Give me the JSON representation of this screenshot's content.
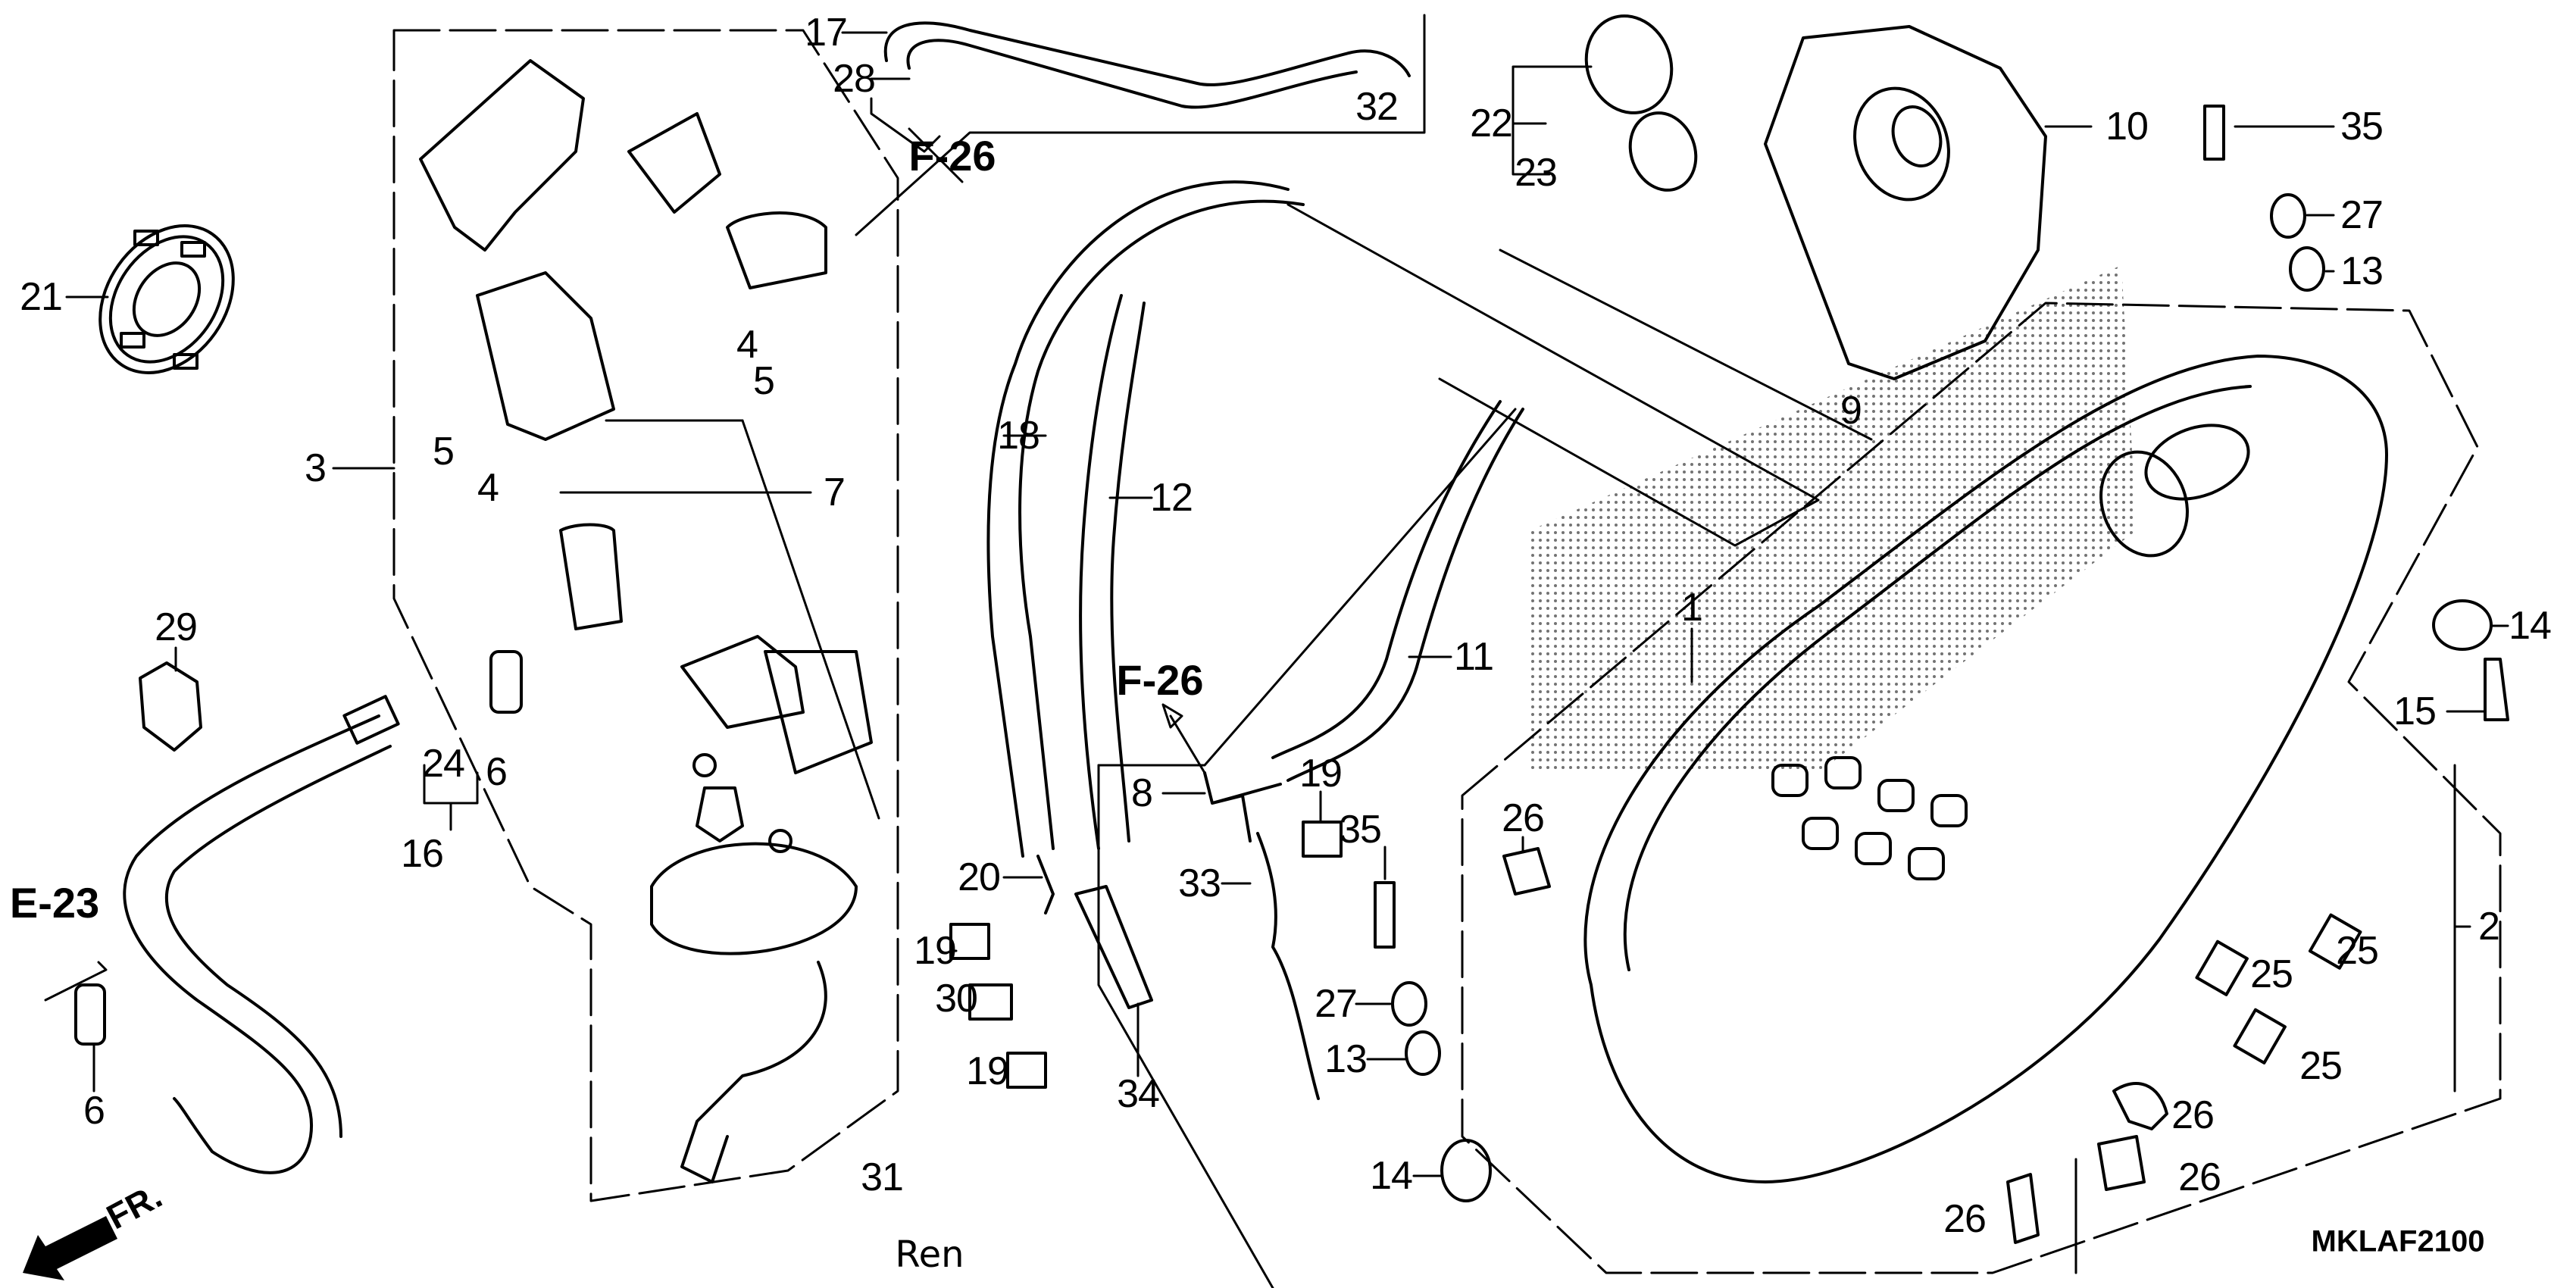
{
  "diagram": {
    "title_code": "MKLAF2100",
    "watermark_text": "Ren",
    "front_indicator": "FR.",
    "references": [
      {
        "id": "ref-f26-top",
        "text": "F-26"
      },
      {
        "id": "ref-f26-mid",
        "text": "F-26"
      },
      {
        "id": "ref-e23",
        "text": "E-23"
      }
    ],
    "callouts": [
      {
        "id": "c1",
        "num": "1"
      },
      {
        "id": "c2",
        "num": "2"
      },
      {
        "id": "c3",
        "num": "3"
      },
      {
        "id": "c4a",
        "num": "4"
      },
      {
        "id": "c4b",
        "num": "4"
      },
      {
        "id": "c5a",
        "num": "5"
      },
      {
        "id": "c5b",
        "num": "5"
      },
      {
        "id": "c6a",
        "num": "6"
      },
      {
        "id": "c6b",
        "num": "6"
      },
      {
        "id": "c7",
        "num": "7"
      },
      {
        "id": "c8",
        "num": "8"
      },
      {
        "id": "c9",
        "num": "9"
      },
      {
        "id": "c10",
        "num": "10"
      },
      {
        "id": "c11",
        "num": "11"
      },
      {
        "id": "c12",
        "num": "12"
      },
      {
        "id": "c13a",
        "num": "13"
      },
      {
        "id": "c13b",
        "num": "13"
      },
      {
        "id": "c14a",
        "num": "14"
      },
      {
        "id": "c14b",
        "num": "14"
      },
      {
        "id": "c15",
        "num": "15"
      },
      {
        "id": "c16",
        "num": "16"
      },
      {
        "id": "c17",
        "num": "17"
      },
      {
        "id": "c18",
        "num": "18"
      },
      {
        "id": "c19a",
        "num": "19"
      },
      {
        "id": "c19b",
        "num": "19"
      },
      {
        "id": "c19c",
        "num": "19"
      },
      {
        "id": "c20",
        "num": "20"
      },
      {
        "id": "c21",
        "num": "21"
      },
      {
        "id": "c22",
        "num": "22"
      },
      {
        "id": "c23",
        "num": "23"
      },
      {
        "id": "c24",
        "num": "24"
      },
      {
        "id": "c25a",
        "num": "25"
      },
      {
        "id": "c25b",
        "num": "25"
      },
      {
        "id": "c25c",
        "num": "25"
      },
      {
        "id": "c26a",
        "num": "26"
      },
      {
        "id": "c26b",
        "num": "26"
      },
      {
        "id": "c26c",
        "num": "26"
      },
      {
        "id": "c26d",
        "num": "26"
      },
      {
        "id": "c27a",
        "num": "27"
      },
      {
        "id": "c27b",
        "num": "27"
      },
      {
        "id": "c28",
        "num": "28"
      },
      {
        "id": "c29",
        "num": "29"
      },
      {
        "id": "c30",
        "num": "30"
      },
      {
        "id": "c31",
        "num": "31"
      },
      {
        "id": "c32",
        "num": "32"
      },
      {
        "id": "c33",
        "num": "33"
      },
      {
        "id": "c34",
        "num": "34"
      },
      {
        "id": "c35a",
        "num": "35"
      },
      {
        "id": "c35b",
        "num": "35"
      }
    ]
  }
}
